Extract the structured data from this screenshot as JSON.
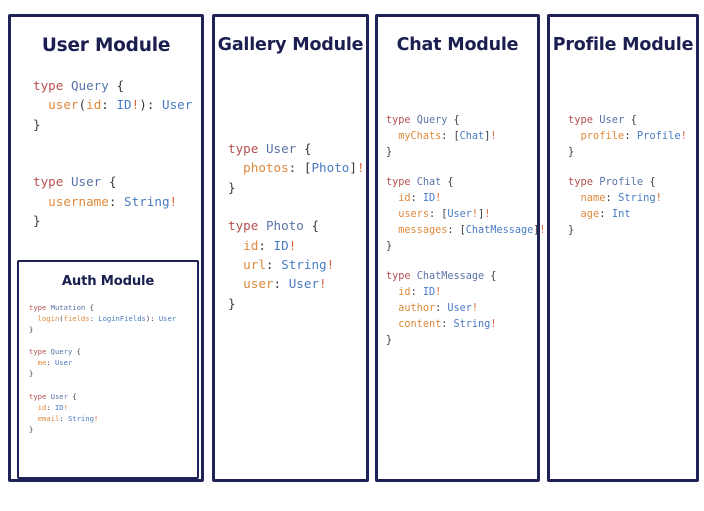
{
  "colors": {
    "panel_border": "#1f2257",
    "title_text": "#1b1f50",
    "background": "#ffffff",
    "keyword": "#b4504f",
    "type_name": "#5a74a8",
    "field_name": "#e08a3c",
    "value_type": "#4b7bc4",
    "non_null_bang": "#d9643a",
    "punctuation": "#3a3a44"
  },
  "panels": [
    {
      "id": "user",
      "title": "User Module",
      "blocks": [
        {
          "lines": [
            "type Query {",
            "  user(id: ID!): User",
            "}"
          ]
        },
        {
          "lines": [
            "type User {",
            "  username: String!",
            "}"
          ]
        }
      ],
      "nested": {
        "id": "auth",
        "title": "Auth Module",
        "blocks": [
          {
            "lines": [
              "type Mutation {",
              "  login(fields: LoginFields): User",
              "}"
            ]
          },
          {
            "lines": [
              "type Query {",
              "  me: User",
              "}"
            ]
          },
          {
            "lines": [
              "type User {",
              "  id: ID!",
              "  email: String!",
              "}"
            ]
          }
        ]
      }
    },
    {
      "id": "gallery",
      "title": "Gallery Module",
      "blocks": [
        {
          "lines": [
            "type User {",
            "  photos: [Photo]!",
            "}"
          ]
        },
        {
          "lines": [
            "type Photo {",
            "  id: ID!",
            "  url: String!",
            "  user: User!",
            "}"
          ]
        }
      ]
    },
    {
      "id": "chat",
      "title": "Chat Module",
      "blocks": [
        {
          "lines": [
            "type Query {",
            "  myChats: [Chat]!",
            "}"
          ]
        },
        {
          "lines": [
            "type Chat {",
            "  id: ID!",
            "  users: [User!]!",
            "  messages: [ChatMessage]!",
            "}"
          ]
        },
        {
          "lines": [
            "type ChatMessage {",
            "  id: ID!",
            "  author: User!",
            "  content: String!",
            "}"
          ]
        }
      ]
    },
    {
      "id": "profile",
      "title": "Profile Module",
      "blocks": [
        {
          "lines": [
            "type User {",
            "  profile: Profile!",
            "}"
          ]
        },
        {
          "lines": [
            "type Profile {",
            "  name: String!",
            "  age: Int",
            "}"
          ]
        }
      ]
    }
  ]
}
